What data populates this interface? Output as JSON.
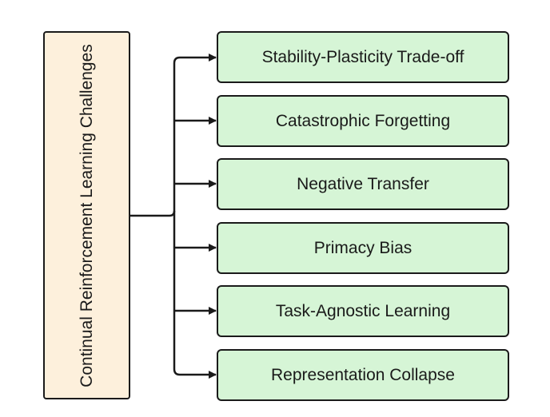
{
  "root": {
    "label": "Continual Reinforcement Learning Challenges"
  },
  "challenges": [
    {
      "label": "Stability-Plasticity Trade-off"
    },
    {
      "label": "Catastrophic Forgetting"
    },
    {
      "label": "Negative Transfer"
    },
    {
      "label": "Primacy Bias"
    },
    {
      "label": "Task-Agnostic Learning"
    },
    {
      "label": "Representation Collapse"
    }
  ],
  "colors": {
    "root_fill": "#fdf0dc",
    "child_fill": "#d6f5d6",
    "stroke": "#1a1a1a"
  }
}
